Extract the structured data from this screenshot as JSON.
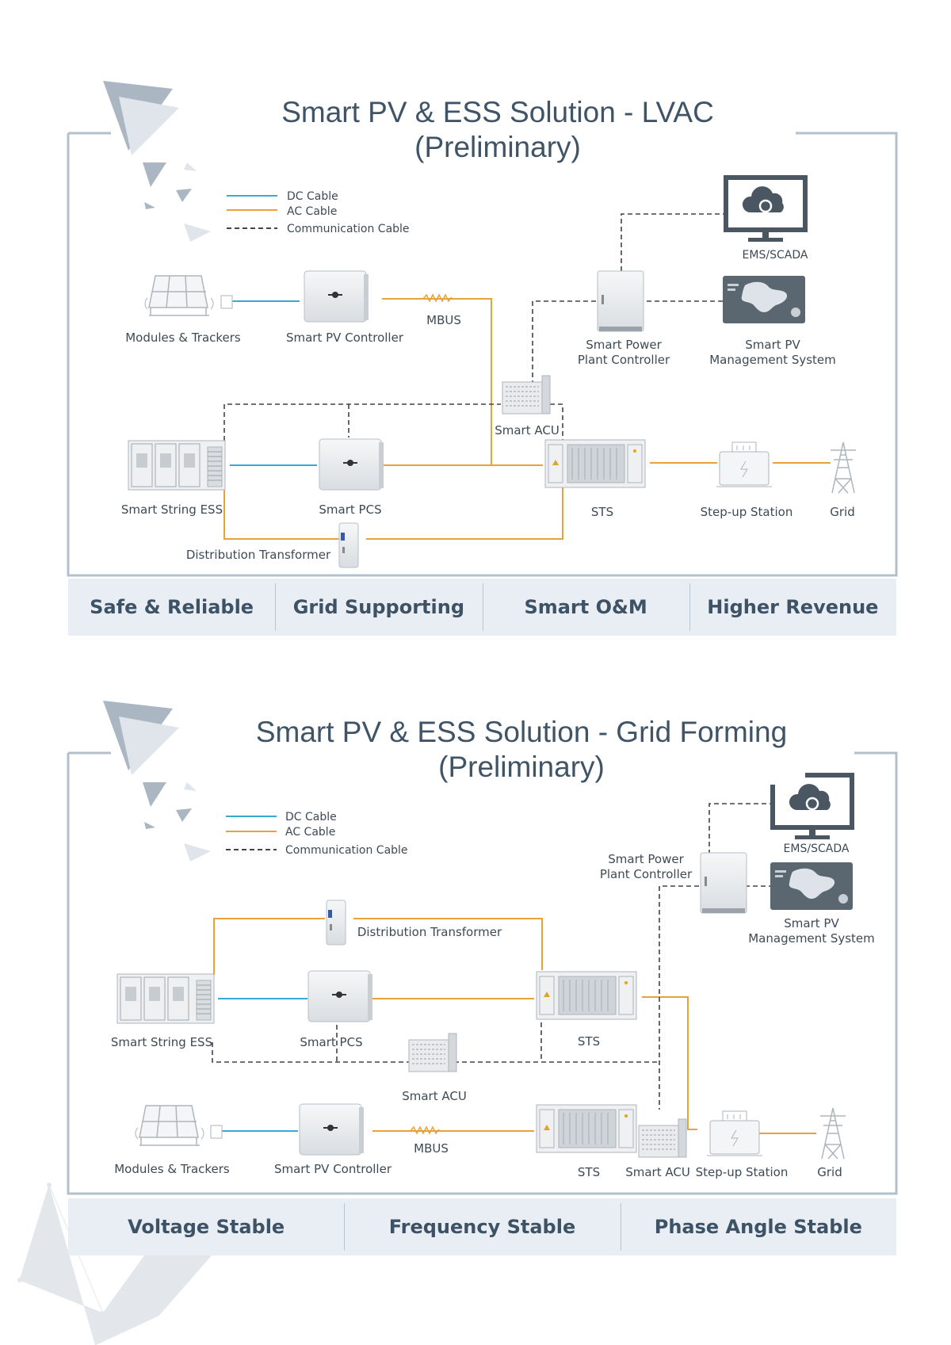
{
  "diagrams": [
    {
      "title_line1": "Smart PV & ESS Solution - LVAC",
      "title_line2": "(Preliminary)",
      "legend": {
        "dc": "DC Cable",
        "ac": "AC Cable",
        "comm": "Communication Cable"
      },
      "labels": {
        "modules": "Modules & Trackers",
        "pv_controller": "Smart PV Controller",
        "mbus": "MBUS",
        "power_plant_controller": "Smart Power\nPlant Controller",
        "management_system": "Smart PV\nManagement System",
        "ems": "EMS/SCADA",
        "acu": "Smart ACU",
        "string_ess": "Smart String ESS",
        "pcs": "Smart PCS",
        "sts": "STS",
        "step_up": "Step-up Station",
        "grid": "Grid",
        "transformer": "Distribution Transformer"
      },
      "benefits": [
        "Safe & Reliable",
        "Grid Supporting",
        "Smart O&M",
        "Higher Revenue"
      ]
    },
    {
      "title_line1": "Smart PV & ESS Solution - Grid Forming",
      "title_line2": "(Preliminary)",
      "legend": {
        "dc": "DC Cable",
        "ac": "AC Cable",
        "comm": "Communication Cable"
      },
      "labels": {
        "power_plant_controller": "Smart Power\nPlant Controller",
        "ems": "EMS/SCADA",
        "management_system": "Smart PV\nManagement System",
        "transformer": "Distribution Transformer",
        "string_ess": "Smart String ESS",
        "pcs": "Smart PCS",
        "sts_top": "STS",
        "acu_mid": "Smart ACU",
        "modules": "Modules & Trackers",
        "pv_controller": "Smart PV Controller",
        "mbus": "MBUS",
        "sts_bottom": "STS",
        "acu_bottom": "Smart ACU",
        "step_up": "Step-up Station",
        "grid": "Grid"
      },
      "benefits": [
        "Voltage Stable",
        "Frequency Stable",
        "Phase Angle Stable"
      ]
    }
  ],
  "colors": {
    "dc": "#3aa8d8",
    "ac": "#e8a23c",
    "comm": "#444444",
    "frame": "#b3c0cc",
    "title": "#3f5466",
    "bar_bg": "#e9eef4"
  }
}
